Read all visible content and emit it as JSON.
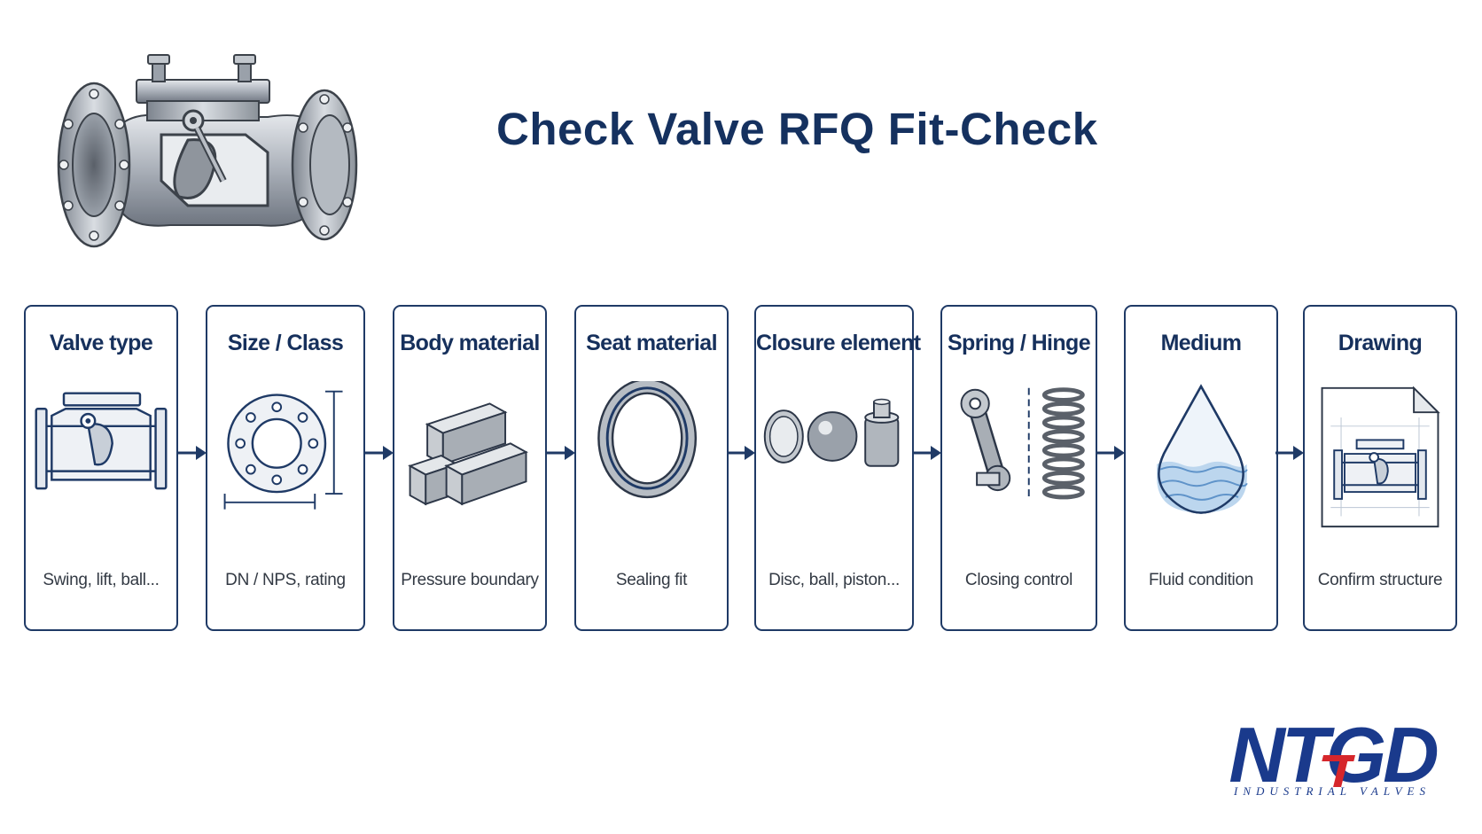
{
  "title": "Check Valve RFQ Fit-Check",
  "steps": [
    {
      "label": "Valve type",
      "desc": "Swing, lift, ball...",
      "icon": "swing-check-valve-icon"
    },
    {
      "label": "Size / Class",
      "desc": "DN / NPS, rating",
      "icon": "flange-dimension-icon"
    },
    {
      "label": "Body material",
      "desc": "Pressure boundary",
      "icon": "metal-bars-icon"
    },
    {
      "label": "Seat material",
      "desc": "Sealing fit",
      "icon": "seat-ring-icon"
    },
    {
      "label": "Closure element",
      "desc": "Disc, ball, piston...",
      "icon": "disc-ball-piston-icon"
    },
    {
      "label": "Spring / Hinge",
      "desc": "Closing control",
      "icon": "hinge-spring-icon"
    },
    {
      "label": "Medium",
      "desc": "Fluid condition",
      "icon": "water-drop-icon"
    },
    {
      "label": "Drawing",
      "desc": "Confirm structure",
      "icon": "valve-drawing-icon"
    }
  ],
  "logo": {
    "mark": "NTGD",
    "subtitle": "INDUSTRIAL VALVES",
    "colors": {
      "blue": "#1a3a8c",
      "red": "#d6262b"
    }
  },
  "colors": {
    "navy": "#16305c",
    "border": "#1f3a66",
    "text": "#333a44",
    "water": "#bcd6ee"
  }
}
